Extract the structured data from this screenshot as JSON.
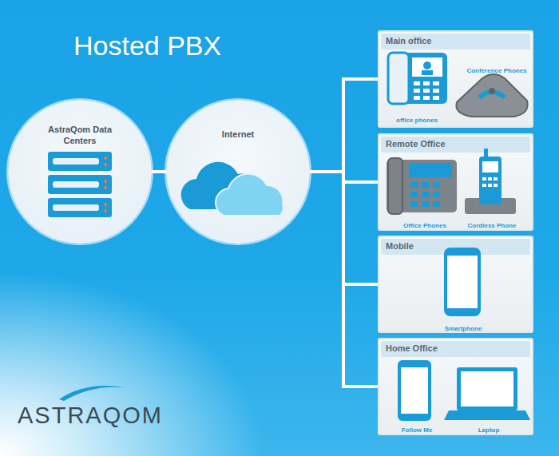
{
  "diagram": {
    "title": "Hosted PBX",
    "nodes": [
      {
        "text": [
          "AstraQom Data Centers"
        ]
      },
      {
        "text": [
          "Internet"
        ]
      },
      {
        "text": [
          "Main office",
          "Conference Phones",
          "office phones"
        ]
      },
      {
        "text": [
          "Remote Office",
          "Office Phones",
          "Cordless Phone"
        ]
      },
      {
        "text": [
          "Mobile",
          "Smartphone"
        ]
      },
      {
        "text": [
          "Home Office",
          "Follow Me",
          "Laptop"
        ]
      }
    ],
    "edges": [
      {
        "from": 0,
        "to": 1,
        "arrow": "none"
      },
      {
        "from": 1,
        "to": 2,
        "arrow": "none"
      },
      {
        "from": 1,
        "to": 3,
        "arrow": "none"
      },
      {
        "from": 1,
        "to": 4,
        "arrow": "none"
      },
      {
        "from": 1,
        "to": 5,
        "arrow": "none"
      }
    ],
    "labels": [
      "ASTRAQOM"
    ]
  }
}
